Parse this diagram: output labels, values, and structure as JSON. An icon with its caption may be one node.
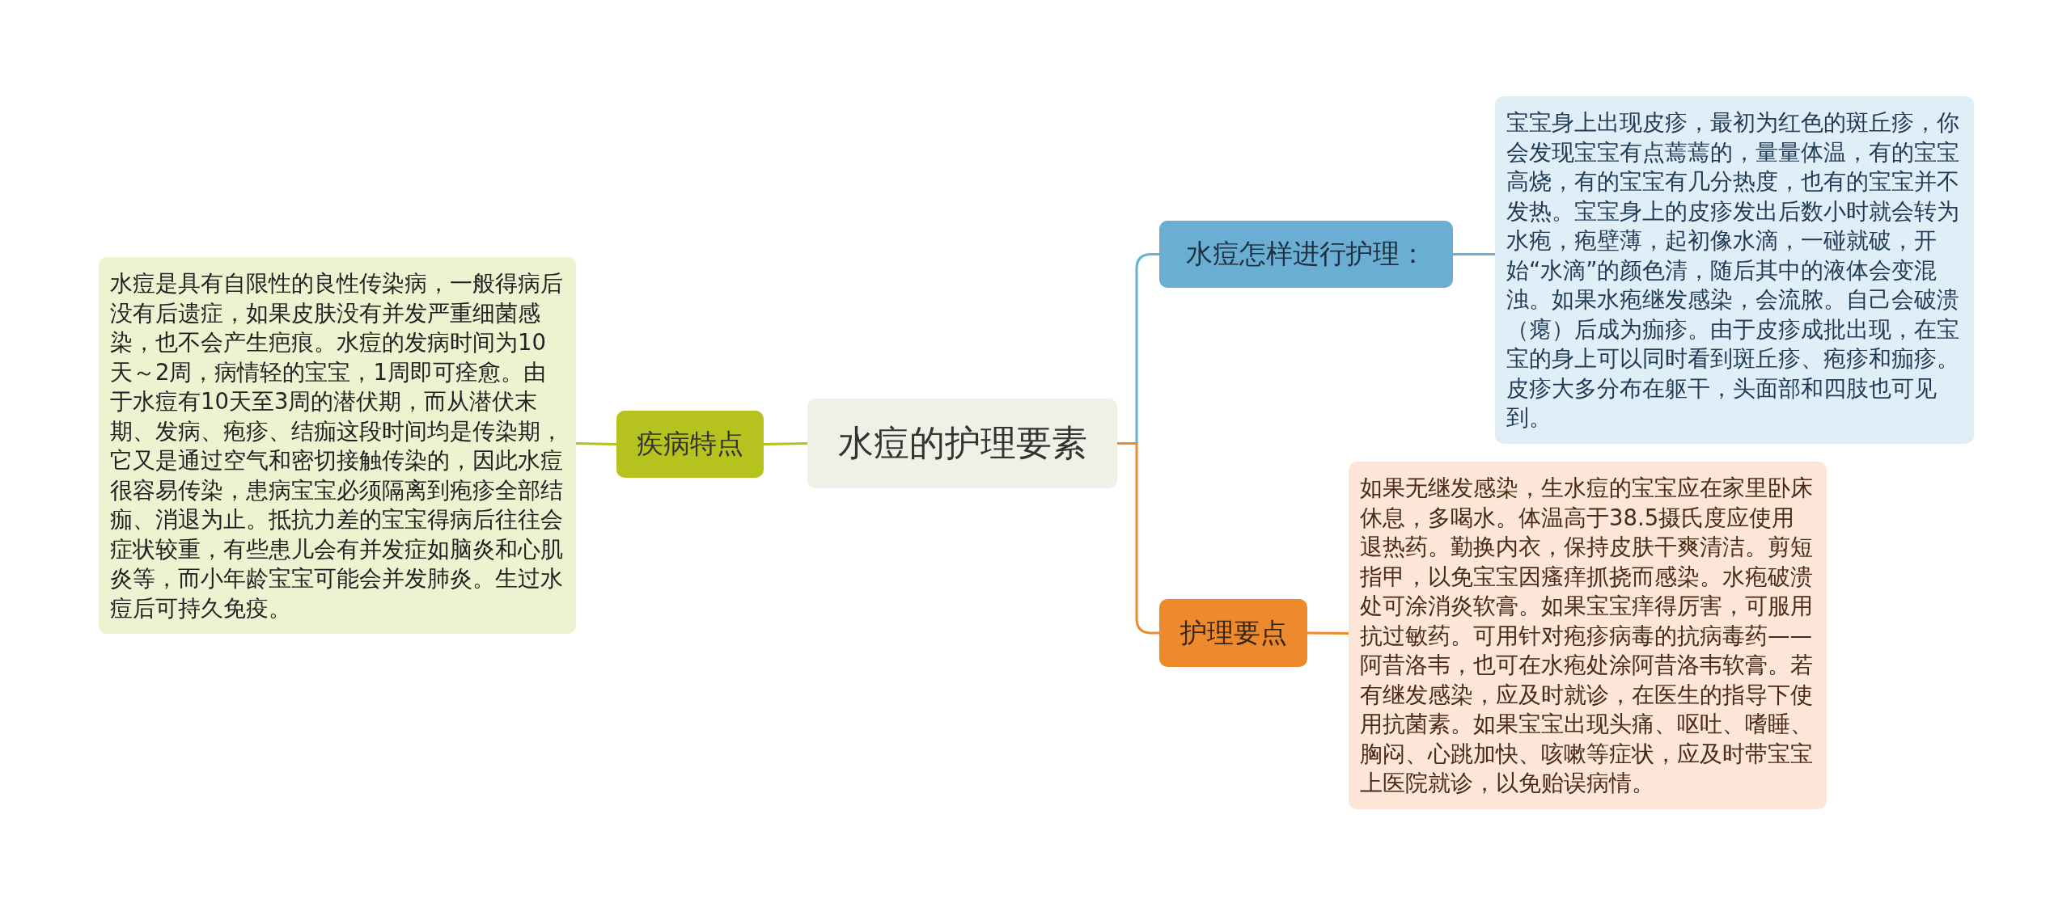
{
  "diagram": {
    "nodes": [
      {
        "text": [
          "水痘的护理要素"
        ]
      },
      {
        "text": [
          "疾病特点"
        ]
      },
      {
        "text": [
          "水痘是具有自限性的良性传染病，一般得病后没有后遗症，如果皮肤没有并发严重细菌感染，也不会产生疤痕。水痘的发病时间为10天～2周，病情轻的宝宝，1周即可痊愈。由于水痘有10天至3周的潜伏期，而从潜伏末期、发病、疱疹、结痂这段时间均是传染期，它又是通过空气和密切接触传染的，因此水痘很容易传染，患病宝宝必须隔离到疱疹全部结痂、消退为止。抵抗力差的宝宝得病后往往会症状较重，有些患儿会有并发症如脑炎和心肌炎等，而小年龄宝宝可能会并发肺炎。生过水痘后可持久免疫。"
        ]
      },
      {
        "text": [
          "水痘怎样进行护理："
        ]
      },
      {
        "text": [
          "宝宝身上出现皮疹，最初为红色的斑丘疹，你会发现宝宝有点蔫蔫的，量量体温，有的宝宝高烧，有的宝宝有几分热度，也有的宝宝并不发热。宝宝身上的皮疹发出后数小时就会转为水疱，疱壁薄，起初像水滴，一碰就破，开始“水滴”的颜色清，随后其中的液体会变混浊。如果水疱继发感染，会流脓。自己会破溃（瘪）后成为痂疹。由于皮疹成批出现，在宝宝的身上可以同时看到斑丘疹、疱疹和痂疹。皮疹大多分布在躯干，头面部和四肢也可见到。"
        ]
      },
      {
        "text": [
          "护理要点"
        ]
      },
      {
        "text": [
          "如果无继发感染，生水痘的宝宝应在家里卧床休息，多喝水。体温高于38.5摄氏度应使用退热药。勤换内衣，保持皮肤干爽清洁。剪短指甲，以免宝宝因瘙痒抓挠而感染。水疱破溃处可涂消炎软膏。如果宝宝痒得厉害，可服用抗过敏药。可用针对疱疹病毒的抗病毒药——阿昔洛韦，也可在水疱处涂阿昔洛韦软膏。若有继发感染，应及时就诊，在医生的指导下使用抗菌素。如果宝宝出现头痛、呕吐、嗜睡、胸闷、心跳加快、咳嗽等症状，应及时带宝宝上医院就诊，以免贻误病情。"
        ]
      }
    ],
    "edges": [
      {
        "from": 0,
        "to": 1,
        "arrow": "none",
        "color": "#b6c31e"
      },
      {
        "from": 1,
        "to": 2,
        "arrow": "none",
        "color": "#b6c31e"
      },
      {
        "from": 0,
        "to": 3,
        "arrow": "none",
        "color": "#6aaed3"
      },
      {
        "from": 3,
        "to": 4,
        "arrow": "none",
        "color": "#6aaed3"
      },
      {
        "from": 0,
        "to": 5,
        "arrow": "none",
        "color": "#ee8a2e"
      },
      {
        "from": 5,
        "to": 6,
        "arrow": "none",
        "color": "#ee8a2e"
      }
    ]
  }
}
